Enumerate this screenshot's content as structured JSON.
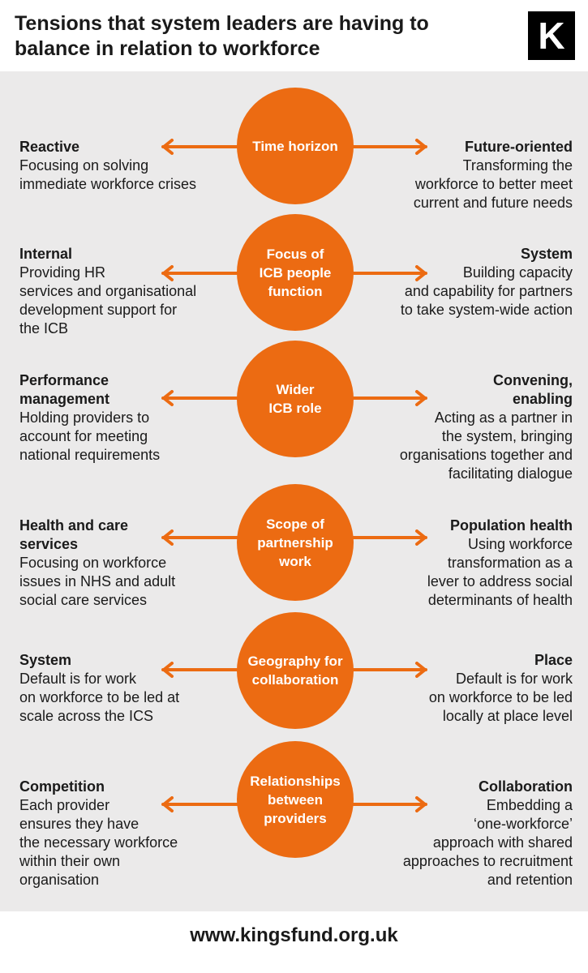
{
  "header": {
    "title_line1": "Tensions that system leaders are having to",
    "title_line2": "balance in relation to workforce",
    "logo_letter": "K"
  },
  "accent_color": "#ec6b12",
  "rows": [
    {
      "center": [
        "Time horizon"
      ],
      "left": {
        "heading": [
          "Reactive"
        ],
        "text": [
          "Focusing on solving",
          "immediate workforce crises"
        ]
      },
      "right": {
        "heading": [
          "Future-oriented"
        ],
        "text": [
          "Transforming the",
          "workforce to better meet",
          "current and future needs"
        ]
      }
    },
    {
      "center": [
        "Focus of",
        "ICB people",
        "function"
      ],
      "left": {
        "heading": [
          "Internal"
        ],
        "text": [
          "Providing HR",
          "services and organisational",
          "development support for",
          "the ICB"
        ]
      },
      "right": {
        "heading": [
          "System"
        ],
        "text": [
          "Building capacity",
          "and capability for partners",
          "to take system-wide action"
        ]
      }
    },
    {
      "center": [
        "Wider",
        "ICB role"
      ],
      "left": {
        "heading": [
          "Performance",
          "management"
        ],
        "text": [
          "Holding providers to",
          "account for meeting",
          "national requirements"
        ]
      },
      "right": {
        "heading": [
          "Convening,",
          "enabling"
        ],
        "text": [
          "Acting as a partner in",
          "the system, bringing",
          "organisations together and",
          "facilitating dialogue"
        ]
      }
    },
    {
      "center": [
        "Scope of",
        "partnership",
        "work"
      ],
      "left": {
        "heading": [
          "Health and care",
          "services"
        ],
        "text": [
          "Focusing on workforce",
          "issues in NHS and adult",
          "social care services"
        ]
      },
      "right": {
        "heading": [
          "Population health"
        ],
        "text": [
          "Using workforce",
          "transformation as a",
          "lever to address social",
          "determinants of health"
        ]
      }
    },
    {
      "center": [
        "Geography for",
        "collaboration"
      ],
      "left": {
        "heading": [
          "System"
        ],
        "text": [
          "Default is for work",
          "on workforce to be led at",
          "scale across the ICS"
        ]
      },
      "right": {
        "heading": [
          "Place"
        ],
        "text": [
          "Default is for work",
          "on workforce to be led",
          "locally at place level"
        ]
      }
    },
    {
      "center": [
        "Relationships",
        "between",
        "providers"
      ],
      "left": {
        "heading": [
          "Competition"
        ],
        "text": [
          "Each provider",
          "ensures they have",
          "the necessary workforce",
          "within their own",
          "organisation"
        ]
      },
      "right": {
        "heading": [
          "Collaboration"
        ],
        "text": [
          "Embedding a",
          "‘one-workforce’",
          "approach with shared",
          "approaches to recruitment",
          "and retention"
        ]
      }
    }
  ],
  "footer": {
    "url": "www.kingsfund.org.uk"
  }
}
